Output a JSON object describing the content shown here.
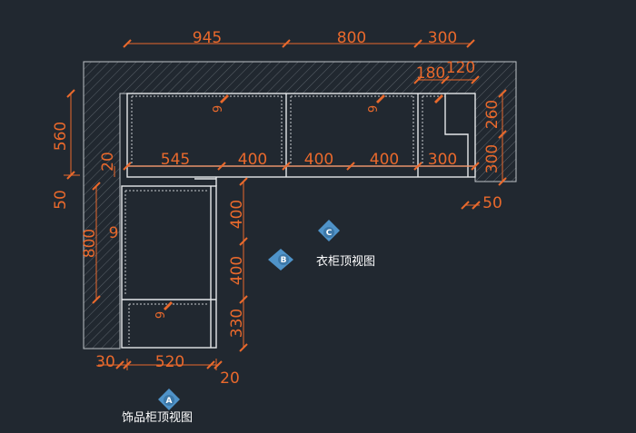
{
  "labels": {
    "wardrobe_top_view": "衣柜顶视图",
    "display_cabinet_top_view": "饰品柜顶视图"
  },
  "view_markers": {
    "a": "A",
    "b": "B",
    "c": "C"
  },
  "dims": {
    "top_945": "945",
    "top_800": "800",
    "top_300": "300",
    "top_180": "180",
    "top_120": "120",
    "left_560": "560",
    "left_50": "50",
    "left_20": "20",
    "inner_545": "545",
    "inner_400a": "400",
    "inner_400b": "400",
    "inner_400c": "400",
    "inner_300": "300",
    "right_260": "260",
    "right_300": "300",
    "right_50": "50",
    "vert_800": "800",
    "vert_9": "9",
    "side_400a": "400",
    "side_400b": "400",
    "side_330": "330",
    "bottom_30": "30",
    "bottom_520": "520",
    "bottom_20": "20",
    "rod_9a": "9",
    "rod_9b": "9",
    "rod_9c": "9"
  },
  "colors": {
    "background": "#212830",
    "dimension": "#e9692c",
    "marker": "#4f93c9"
  }
}
